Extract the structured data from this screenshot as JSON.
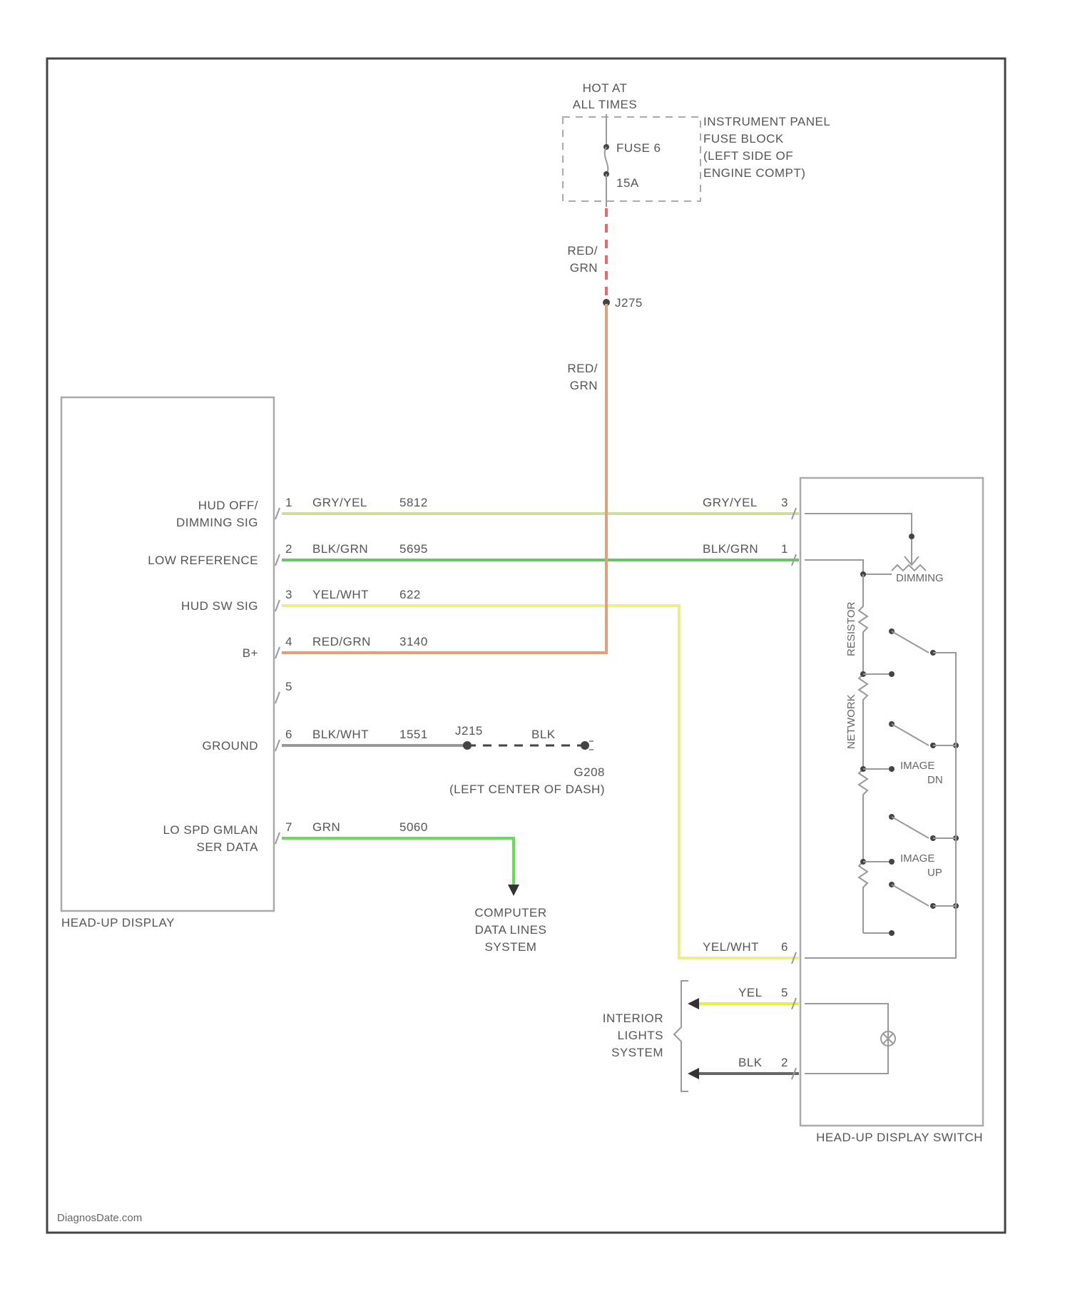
{
  "title": "",
  "watermark": "DiagnosDate.com",
  "power_source": {
    "hot_label": [
      "HOT AT",
      "ALL TIMES"
    ],
    "fuse_name": "FUSE 6",
    "fuse_rating": "15A",
    "block_label": [
      "INSTRUMENT PANEL",
      "FUSE BLOCK",
      "(LEFT SIDE OF",
      "ENGINE COMPT)"
    ],
    "feed_wire_upper": [
      "RED/",
      "GRN"
    ],
    "splice": "J275",
    "feed_wire_lower": [
      "RED/",
      "GRN"
    ]
  },
  "hud": {
    "name": "HEAD-UP DISPLAY",
    "pins": [
      {
        "label": [
          "HUD OFF/",
          "DIMMING SIG"
        ],
        "pin": "1",
        "color": "GRY/YEL",
        "circuit": "5812"
      },
      {
        "label": [
          "LOW REFERENCE"
        ],
        "pin": "2",
        "color": "BLK/GRN",
        "circuit": "5695"
      },
      {
        "label": [
          "HUD SW SIG"
        ],
        "pin": "3",
        "color": "YEL/WHT",
        "circuit": "622"
      },
      {
        "label": [
          "B+"
        ],
        "pin": "4",
        "color": "RED/GRN",
        "circuit": "3140"
      },
      {
        "label": [
          ""
        ],
        "pin": "5",
        "color": "",
        "circuit": ""
      },
      {
        "label": [
          "GROUND"
        ],
        "pin": "6",
        "color": "BLK/WHT",
        "circuit": "1551"
      },
      {
        "label": [
          "LO SPD GMLAN",
          "SER DATA"
        ],
        "pin": "7",
        "color": "GRN",
        "circuit": "5060"
      }
    ]
  },
  "ground": {
    "splice": "J215",
    "wire": "BLK",
    "name": "G208",
    "location": "(LEFT CENTER OF DASH)"
  },
  "data_link": [
    "COMPUTER",
    "DATA LINES",
    "SYSTEM"
  ],
  "switch": {
    "name": "HEAD-UP DISPLAY SWITCH",
    "pins": [
      {
        "pin": "3",
        "color": "GRY/YEL"
      },
      {
        "pin": "1",
        "color": "BLK/GRN"
      },
      {
        "pin": "6",
        "color": "YEL/WHT"
      },
      {
        "pin": "5",
        "color": "YEL"
      },
      {
        "pin": "2",
        "color": "BLK"
      }
    ],
    "dimming": "DIMMING",
    "image_dn": [
      "IMAGE",
      "DN"
    ],
    "image_up": [
      "IMAGE",
      "UP"
    ],
    "resistor_labels": [
      "RESISTOR",
      "NETWORK"
    ]
  },
  "interior_lights": [
    "INTERIOR",
    "LIGHTS",
    "SYSTEM"
  ],
  "colors": {
    "gry_yel": "#cfdca6",
    "blk_grn": "#6fbf6f",
    "yel_wht": "#eeee88",
    "red_grn": "#e0a07a",
    "red_dash": "#ee6666",
    "grn": "#66dd55",
    "blk_wht": "#999999",
    "yel": "#e6ef4a",
    "blk": "#666666"
  }
}
